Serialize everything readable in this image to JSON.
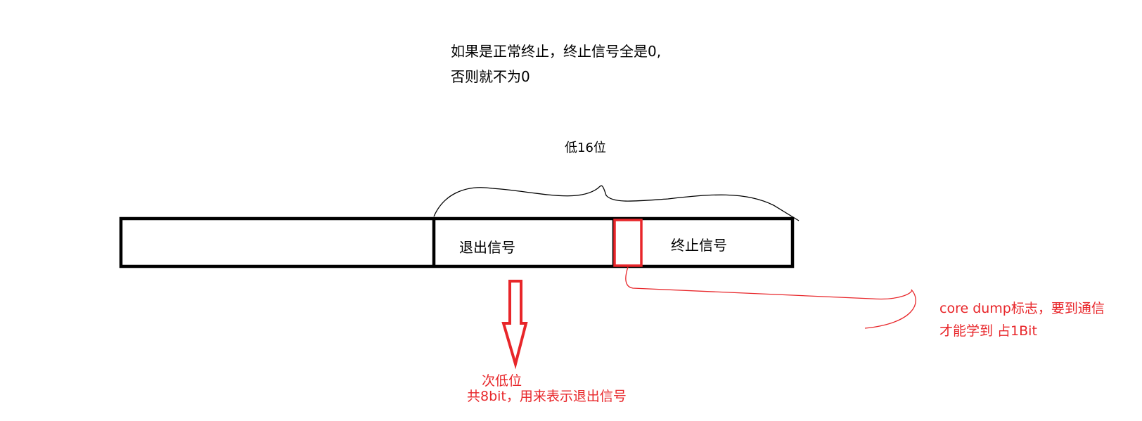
{
  "note": {
    "line1": "如果是正常终止，终止信号全是0,",
    "line2": "否则就不为0"
  },
  "brace_label": "低16位",
  "register": {
    "exit_signal_label": "退出信号",
    "term_signal_label": "终止信号"
  },
  "core_dump": {
    "line1": "core dump标志，要到通信",
    "line2": "才能学到 占1Bit"
  },
  "second_low": {
    "line1": "次低位",
    "line2": "共8bit，用来表示退出信号"
  },
  "colors": {
    "ink": "#000000",
    "annotation": "#e8262a"
  }
}
